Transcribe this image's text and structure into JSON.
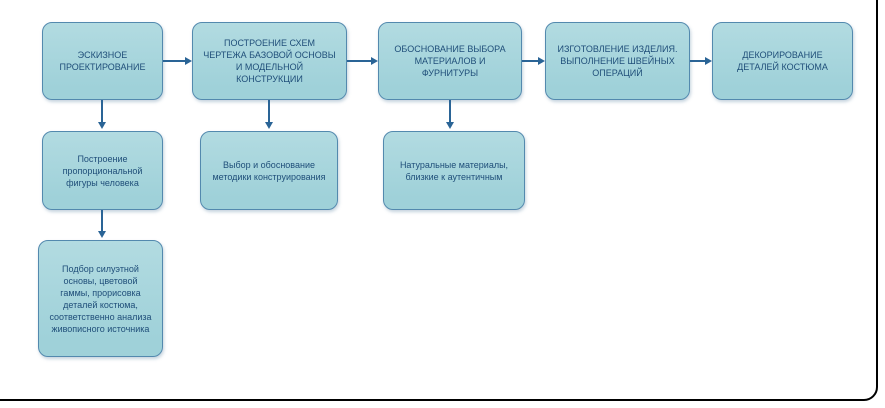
{
  "colors": {
    "background": "#ffffff",
    "node_fill": "#9fd1d9",
    "node_border": "#5389ae",
    "node_text": "#1f4e79",
    "arrow": "#2a6496",
    "frame_border": "#000000"
  },
  "flow": {
    "stages": [
      {
        "label": "ЭСКИЗНОЕ\nПРОЕКТИРОВАНИЕ"
      },
      {
        "label": "ПОСТРОЕНИЕ СХЕМ\nЧЕРТЕЖА БАЗОВОЙ ОСНОВЫ\nИ МОДЕЛЬНОЙ\nКОНСТРУКЦИИ"
      },
      {
        "label": "ОБОСНОВАНИЕ ВЫБОРА\nМАТЕРИАЛОВ И\nФУРНИТУРЫ"
      },
      {
        "label": "ИЗГОТОВЛЕНИЕ  ИЗДЕЛИЯ.\nВЫПОЛНЕНИЕ ШВЕЙНЫХ\nОПЕРАЦИЙ"
      },
      {
        "label": "ДЕКОРИРОВАНИЕ\nДЕТАЛЕЙ КОСТЮМА"
      }
    ],
    "details": [
      {
        "parent_stage": 1,
        "label": "Построение\nпропорциональной\nфигуры человека"
      },
      {
        "parent_stage": 2,
        "label": "Выбор и обоснование\nметодики конструирования"
      },
      {
        "parent_stage": 3,
        "label": "Натуральные материалы,\nблизкие к аутентичным"
      },
      {
        "parent_stage": 1,
        "label": "Подбор силуэтной\nосновы, цветовой\nгаммы, прорисовка\nдеталей костюма,\nсоответственно анализа\nживописного источника"
      }
    ]
  }
}
